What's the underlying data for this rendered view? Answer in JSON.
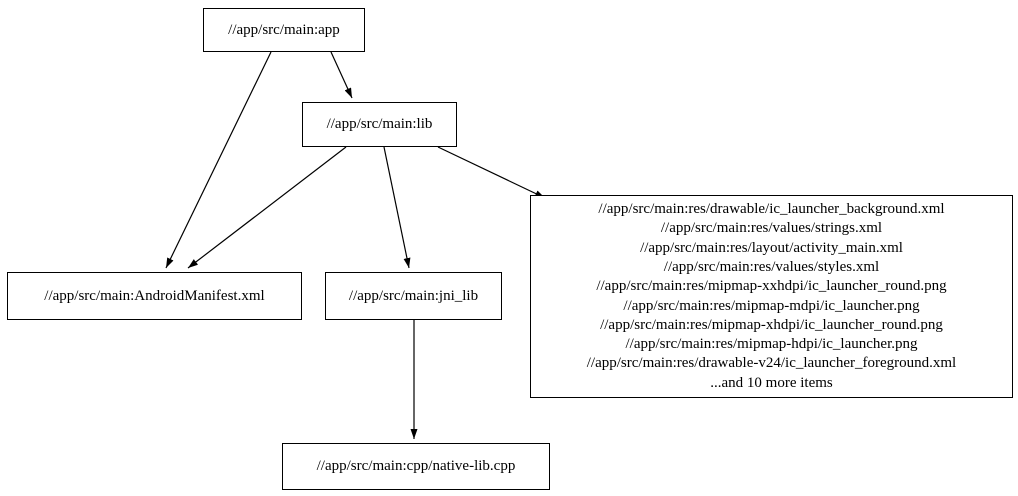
{
  "diagram": {
    "type": "dependency-graph",
    "colors": {
      "background": "#ffffff",
      "node_fill": "#ffffff",
      "node_border": "#000000",
      "edge": "#000000",
      "text": "#000000"
    },
    "nodes": {
      "app": {
        "label": "//app/src/main:app"
      },
      "lib": {
        "label": "//app/src/main:lib"
      },
      "manifest": {
        "label": "//app/src/main:AndroidManifest.xml"
      },
      "jni_lib": {
        "label": "//app/src/main:jni_lib"
      },
      "native_lib": {
        "label": "//app/src/main:cpp/native-lib.cpp"
      },
      "resources": {
        "lines": [
          "//app/src/main:res/drawable/ic_launcher_background.xml",
          "//app/src/main:res/values/strings.xml",
          "//app/src/main:res/layout/activity_main.xml",
          "//app/src/main:res/values/styles.xml",
          "//app/src/main:res/mipmap-xxhdpi/ic_launcher_round.png",
          "//app/src/main:res/mipmap-mdpi/ic_launcher.png",
          "//app/src/main:res/mipmap-xhdpi/ic_launcher_round.png",
          "//app/src/main:res/mipmap-hdpi/ic_launcher.png",
          "//app/src/main:res/drawable-v24/ic_launcher_foreground.xml",
          "...and 10 more items"
        ]
      }
    },
    "edges": [
      {
        "from": "app",
        "to": "manifest"
      },
      {
        "from": "app",
        "to": "lib"
      },
      {
        "from": "lib",
        "to": "manifest"
      },
      {
        "from": "lib",
        "to": "jni_lib"
      },
      {
        "from": "lib",
        "to": "resources"
      },
      {
        "from": "jni_lib",
        "to": "native_lib"
      }
    ]
  }
}
